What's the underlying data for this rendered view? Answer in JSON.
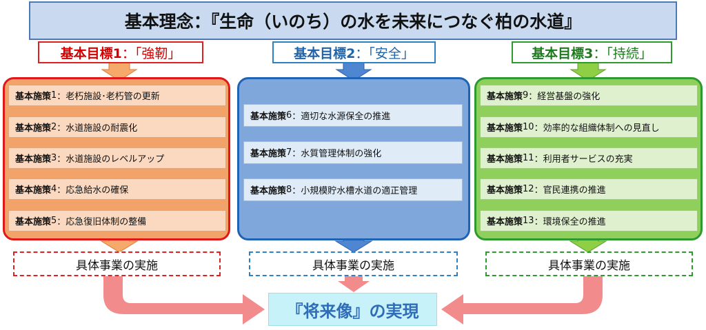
{
  "title": "基本理念：『生命（いのち）の水を未来につなぐ柏の水道』",
  "goals": [
    {
      "label": "基本目標1",
      "value": "：「強靭」",
      "color": "#d40000"
    },
    {
      "label": "基本目標2",
      "value": "：「安全」",
      "color": "#1f63a8"
    },
    {
      "label": "基本目標3",
      "value": "：「持続」",
      "color": "#1d7a1d"
    }
  ],
  "measures": {
    "group1": [
      {
        "prefix": "基本施策",
        "num": "1",
        "text": "：老朽施設･老朽管の更新"
      },
      {
        "prefix": "基本施策",
        "num": "2",
        "text": "：水道施設の耐震化"
      },
      {
        "prefix": "基本施策",
        "num": "3",
        "text": "：水道施設のレベルアップ"
      },
      {
        "prefix": "基本施策",
        "num": "4",
        "text": "：応急給水の確保"
      },
      {
        "prefix": "基本施策",
        "num": "5",
        "text": "：応急復旧体制の整備"
      }
    ],
    "group2": [
      {
        "prefix": "基本施策",
        "num": "6",
        "text": "：適切な水源保全の推進"
      },
      {
        "prefix": "基本施策",
        "num": "7",
        "text": "：水質管理体制の強化"
      },
      {
        "prefix": "基本施策",
        "num": "8",
        "text": "：小規模貯水槽水道の適正管理"
      }
    ],
    "group3": [
      {
        "prefix": "基本施策",
        "num": "9",
        "text": "：経営基盤の強化"
      },
      {
        "prefix": "基本施策",
        "num": "10",
        "text": "：効率的な組織体制への見直し"
      },
      {
        "prefix": "基本施策",
        "num": "11",
        "text": "：利用者サービスの充実"
      },
      {
        "prefix": "基本施策",
        "num": "12",
        "text": "：官民連携の推進"
      },
      {
        "prefix": "基本施策",
        "num": "13",
        "text": "：環境保全の推進"
      }
    ]
  },
  "implementation": [
    "具体事業の実施",
    "具体事業の実施",
    "具体事業の実施"
  ],
  "future": "『将来像』の実現",
  "colors": {
    "orange_arrow": "#f5a96b",
    "blue_arrow": "#4f86d1",
    "green_arrow": "#8fcf46",
    "pink_flow": "#f28c8c"
  }
}
